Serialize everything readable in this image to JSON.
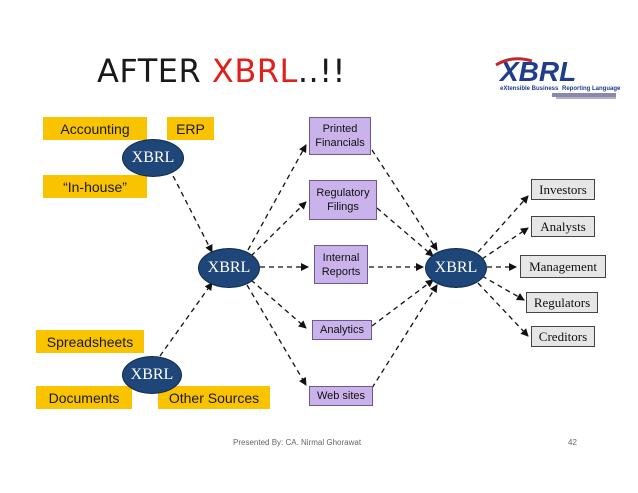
{
  "title": {
    "prefix": "AFTER ",
    "highlight": "XBRL",
    "suffix": "..!!"
  },
  "logo": {
    "text": "XBRL",
    "tagline_a": "eXtensible Business",
    "tagline_b": "Reporting Language"
  },
  "sources": {
    "accounting": "Accounting",
    "erp": "ERP",
    "in_house": "“In-house”",
    "spreadsheets": "Spreadsheets",
    "documents": "Documents",
    "other_sources": "Other Sources"
  },
  "xbrl_nodes": {
    "top": "XBRL",
    "bottom": "XBRL",
    "center": "XBRL",
    "right": "XBRL"
  },
  "outputs": {
    "printed": "Printed\nFinancials",
    "regulatory": "Regulatory\nFilings",
    "internal": "Internal\nReports",
    "analytics": "Analytics",
    "web": "Web sites"
  },
  "consumers": {
    "investors": "Investors",
    "analysts": "Analysts",
    "management": "Management",
    "regulators": "Regulators",
    "creditors": "Creditors"
  },
  "footer": {
    "presenter": "Presented By: CA. Nirmal Ghorawat",
    "page": "42"
  },
  "colors": {
    "source_fill": "#f9c300",
    "output_fill": "#c9b3ea",
    "node_fill": "#1f4678",
    "consumer_fill": "#e6e6e6",
    "title_accent": "#e0201b"
  }
}
